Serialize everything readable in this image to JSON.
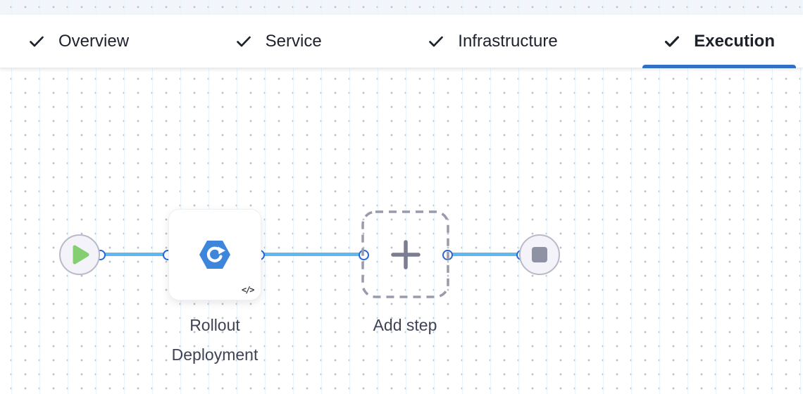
{
  "tabs": [
    {
      "label": "Overview",
      "completed": true,
      "active": false
    },
    {
      "label": "Service",
      "completed": true,
      "active": false
    },
    {
      "label": "Infrastructure",
      "completed": true,
      "active": false
    },
    {
      "label": "Execution",
      "completed": true,
      "active": true
    }
  ],
  "pipeline": {
    "start_node": {
      "icon": "play-icon"
    },
    "steps": [
      {
        "name": "Rollout Deployment",
        "icon": "rollout-deployment-icon",
        "badge": "</>"
      }
    ],
    "add_step": {
      "label": "Add step",
      "icon": "plus-icon"
    },
    "end_node": {
      "icon": "stop-icon"
    }
  },
  "colors": {
    "active_tab_underline": "#3270c8",
    "tab_text": "#1d212b",
    "connector_line": "#5fb8f1",
    "port_ring": "#2767d2",
    "play_green": "#85cf72",
    "step_icon_blue": "#3e86dc",
    "stop_gray": "#8f91a5",
    "dashed_border": "#999bac",
    "label_text": "#3f4254"
  }
}
